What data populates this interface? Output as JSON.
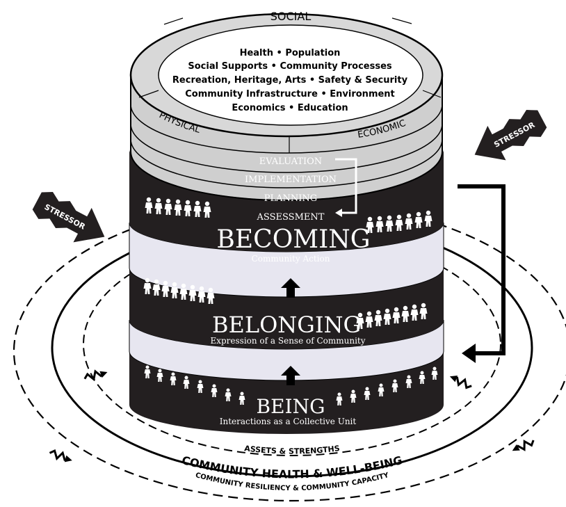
{
  "top_label": "SOCIAL",
  "side_labels": {
    "left": "PHYSICAL",
    "right": "ECONOMIC"
  },
  "factors": [
    "Health • Population",
    "Social Supports • Community Processes",
    "Recreation, Heritage, Arts • Safety & Security",
    "Community Infrastructure • Environment",
    "Economics • Education"
  ],
  "process_cycle": [
    "EVALUATION",
    "IMPLEMENTATION",
    "PLANNING",
    "ASSESSMENT"
  ],
  "levels": [
    {
      "title": "BECOMING",
      "subtitle": "Community Action"
    },
    {
      "title": "BELONGING",
      "subtitle": "Expression of a Sense of Community"
    },
    {
      "title": "BEING",
      "subtitle": "Interactions as a Collective Unit"
    }
  ],
  "stressor_labels": {
    "left": "STRESSOR",
    "right": "STRESSOR"
  },
  "rings": {
    "inner": "ASSETS & STRENGTHS",
    "middle": "COMMUNITY HEALTH & WELL-BEING",
    "outer": "COMMUNITY RESILIENCY & COMMUNITY CAPACITY"
  },
  "colors": {
    "dark_band": "#231f20",
    "light_band": "#e7e6f0",
    "disk_gray": "#cfcfcf",
    "outline": "#000000"
  }
}
